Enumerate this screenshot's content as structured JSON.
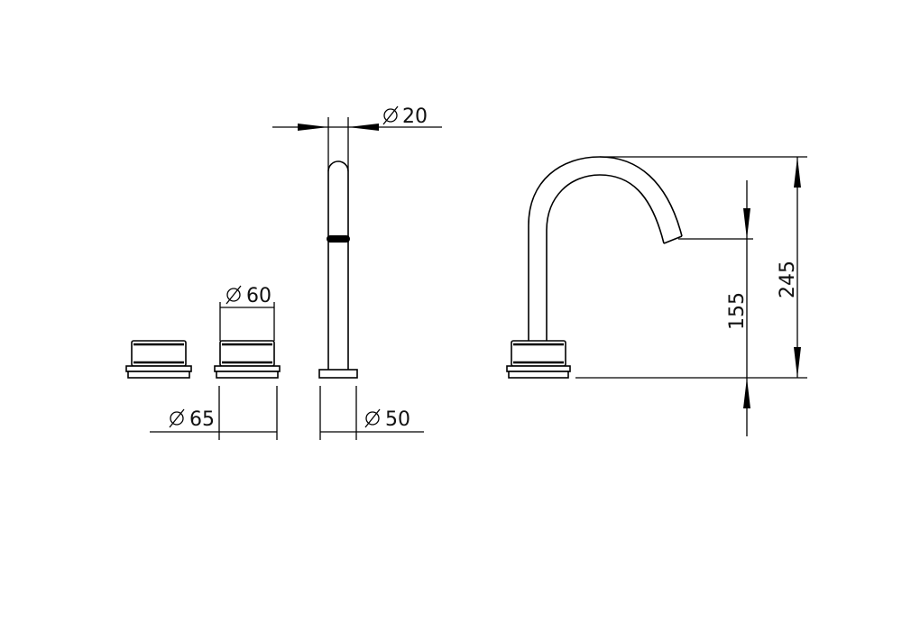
{
  "dimensions": {
    "spout_diameter": "20",
    "handle_diameter": "60",
    "handle_base_diameter": "65",
    "spout_base_diameter": "50",
    "spout_outlet_height": "155",
    "overall_height": "245"
  },
  "colors": {
    "line": "#000000",
    "background": "#ffffff"
  }
}
